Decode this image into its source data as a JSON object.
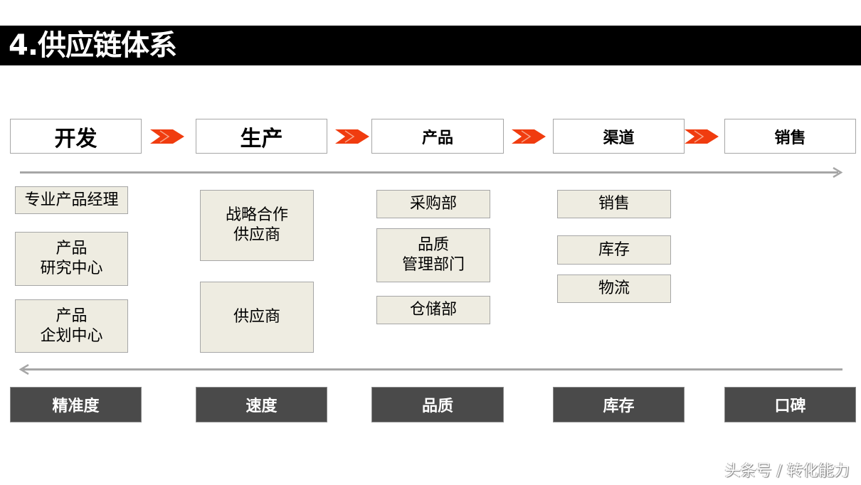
{
  "title": "4.供应链体系",
  "stages": [
    {
      "label": "开发"
    },
    {
      "label": "生产"
    },
    {
      "label": "产品"
    },
    {
      "label": "渠道"
    },
    {
      "label": "销售"
    }
  ],
  "columns": {
    "dev": [
      "专业产品经理",
      "产品\n研究中心",
      "产品\n企划中心"
    ],
    "production": [
      "战略合作\n供应商",
      "供应商"
    ],
    "product": [
      "采购部",
      "品质\n管理部门",
      "仓储部"
    ],
    "channel": [
      "销售",
      "库存",
      "物流"
    ]
  },
  "metrics": [
    {
      "label": "精准度"
    },
    {
      "label": "速度"
    },
    {
      "label": "品质"
    },
    {
      "label": "库存"
    },
    {
      "label": "口碑"
    }
  ],
  "colors": {
    "chevron": "#f03c0f",
    "item_bg": "#eeece1",
    "metric_bg": "#4a4a4a",
    "arrow_line": "#a6a6a6"
  },
  "watermark": "头条号 / 转化能力"
}
